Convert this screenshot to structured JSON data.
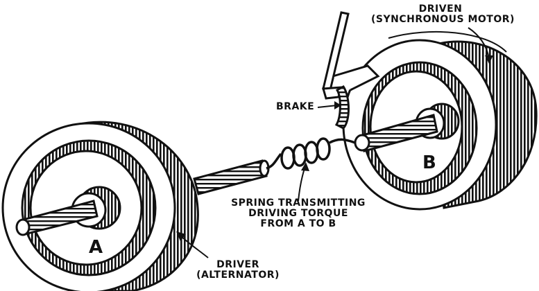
{
  "labels": {
    "driven_line1": "DRIVEN",
    "driven_line2": "(SYNCHRONOUS MOTOR)",
    "brake": "BRAKE",
    "wheel_a": "A",
    "wheel_b": "B",
    "spring_line1": "SPRING TRANSMITTING",
    "spring_line2": "DRIVING TORQUE",
    "spring_line3": "FROM A TO B",
    "driver_line1": "DRIVER",
    "driver_line2": "(ALTERNATOR)"
  },
  "colors": {
    "ink": "#111111",
    "paper": "#ffffff"
  }
}
